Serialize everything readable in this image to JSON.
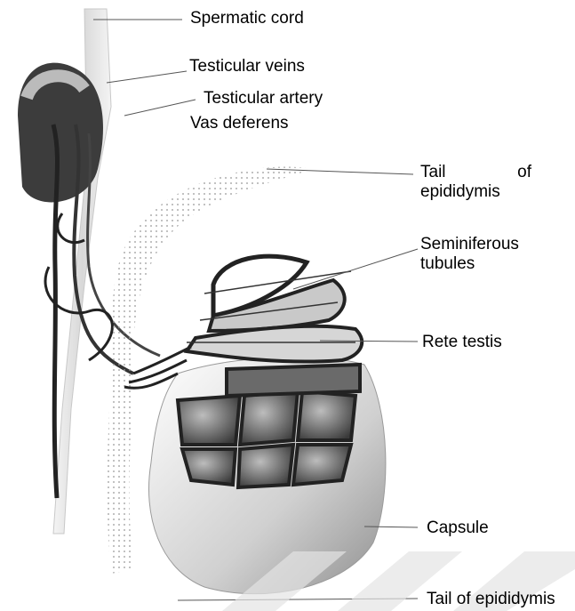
{
  "labels": {
    "spermatic_cord": "Spermatic cord",
    "testicular_veins": "Testicular veins",
    "testicular_artery": "Testicular artery",
    "vas_deferens": "Vas deferens",
    "tail_word": "Tail",
    "of_word": "of",
    "epididymis_word": "epididymis",
    "seminiferous_1": "Seminiferous",
    "seminiferous_2": "tubules",
    "rete_testis": "Rete testis",
    "capsule": "Capsule",
    "tail_of_epididymis": "Tail of epididymis"
  },
  "colors": {
    "ink": "#1a1a1a",
    "shade_dark": "#2b2b2b",
    "shade_mid": "#8a8a8a",
    "shade_light": "#d9d9d9",
    "watermark": "#dcdcdc"
  }
}
